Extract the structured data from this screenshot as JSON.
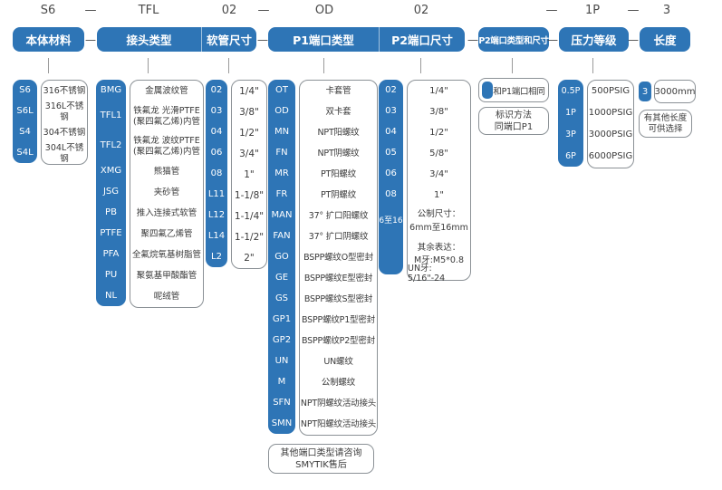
{
  "dash": "—",
  "colors": {
    "accent": "#2E75B6",
    "box_border": "#8B9196"
  },
  "code_row": {
    "material": "S6",
    "fitting": "TFL",
    "hose_size": "02",
    "p1_type": "OD",
    "p2_size": "02",
    "pressure": "1P",
    "length": "3"
  },
  "headers": {
    "material": "本体材料",
    "fitting": "接头类型",
    "hose_size": "软管尺寸",
    "p1_type": "P1端口类型",
    "p2_size": "P2端口尺寸",
    "p2_type_size": "P2端口类型和尺寸",
    "pressure": "压力等级",
    "length": "长度"
  },
  "material": {
    "rows": [
      {
        "code": "S6",
        "desc": "316不锈钢"
      },
      {
        "code": "S6L",
        "desc": "316L不锈钢"
      },
      {
        "code": "S4",
        "desc": "304不锈钢"
      },
      {
        "code": "S4L",
        "desc": "304L不锈钢"
      }
    ]
  },
  "fitting": {
    "rows": [
      {
        "code": "BMG",
        "desc": "金属波纹管"
      },
      {
        "code": "TFL1",
        "desc": "铁氟龙 光滑PTFE",
        "desc2": "(聚四氟乙烯)内管"
      },
      {
        "code": "TFL2",
        "desc": "铁氟龙 波纹PTFE",
        "desc2": "(聚四氟乙烯)内管"
      },
      {
        "code": "XMG",
        "desc": "熊猫管"
      },
      {
        "code": "JSG",
        "desc": "夹砂管"
      },
      {
        "code": "PB",
        "desc": "推入连接式软管"
      },
      {
        "code": "PTFE",
        "desc": "聚四氟乙烯管"
      },
      {
        "code": "PFA",
        "desc": "全氟烷氧基树脂管"
      },
      {
        "code": "PU",
        "desc": "聚氨基甲酸酯管"
      },
      {
        "code": "NL",
        "desc": "呢绒管"
      }
    ]
  },
  "hose_size": {
    "rows": [
      {
        "code": "02",
        "desc": "1/4\""
      },
      {
        "code": "03",
        "desc": "3/8\""
      },
      {
        "code": "04",
        "desc": "1/2\""
      },
      {
        "code": "06",
        "desc": "3/4\""
      },
      {
        "code": "08",
        "desc": "1\""
      },
      {
        "code": "L11",
        "desc": "1-1/8\""
      },
      {
        "code": "L12",
        "desc": "1-1/4\""
      },
      {
        "code": "L14",
        "desc": "1-1/2\""
      },
      {
        "code": "L2",
        "desc": "2\""
      }
    ]
  },
  "p1_type": {
    "rows": [
      {
        "code": "OT",
        "desc": "卡套管"
      },
      {
        "code": "OD",
        "desc": "双卡套"
      },
      {
        "code": "MN",
        "desc": "NPT阳螺纹"
      },
      {
        "code": "FN",
        "desc": "NPT阴螺纹"
      },
      {
        "code": "MR",
        "desc": "PT阳螺纹"
      },
      {
        "code": "FR",
        "desc": "PT阴螺纹"
      },
      {
        "code": "MAN",
        "desc": "37° 扩口阳螺纹"
      },
      {
        "code": "FAN",
        "desc": "37° 扩口阴螺纹"
      },
      {
        "code": "GO",
        "desc": "BSPP螺纹O型密封"
      },
      {
        "code": "GE",
        "desc": "BSPP螺纹E型密封"
      },
      {
        "code": "GS",
        "desc": "BSPP螺纹S型密封"
      },
      {
        "code": "GP1",
        "desc": "BSPP螺纹P1型密封"
      },
      {
        "code": "GP2",
        "desc": "BSPP螺纹P2型密封"
      },
      {
        "code": "UN",
        "desc": "UN螺纹"
      },
      {
        "code": "M",
        "desc": "公制螺纹"
      },
      {
        "code": "SFN",
        "desc": "NPT阴螺纹活动接头"
      },
      {
        "code": "SMN",
        "desc": "NPT阳螺纹活动接头"
      }
    ],
    "note1": "其他端口类型请咨询",
    "note2": "SMYTIK售后"
  },
  "p2_size": {
    "rows": [
      {
        "code": "02",
        "desc": "1/4\""
      },
      {
        "code": "03",
        "desc": "3/8\""
      },
      {
        "code": "04",
        "desc": "1/2\""
      },
      {
        "code": "05",
        "desc": "5/8\""
      },
      {
        "code": "06",
        "desc": "3/4\""
      },
      {
        "code": "08",
        "desc": "1\""
      }
    ],
    "metric_code": "6至16",
    "metric": {
      "l1": "公制尺寸：",
      "l2": "6mm至16mm",
      "l3": "其余表达：",
      "l4": "M牙:M5*0.8",
      "l5": "UN牙: 5/16\"-24"
    }
  },
  "p2_type_size": {
    "same_as": "和P1端口相同",
    "note1": "标识方法",
    "note2": "同端口P1"
  },
  "pressure": {
    "rows": [
      {
        "code": "0.5P",
        "desc": "500PSIG"
      },
      {
        "code": "1P",
        "desc": "1000PSIG"
      },
      {
        "code": "3P",
        "desc": "3000PSIG"
      },
      {
        "code": "6P",
        "desc": "6000PSIG"
      }
    ]
  },
  "length": {
    "code": "3",
    "value": "3000mm",
    "note1": "有其他长度",
    "note2": "可供选择"
  }
}
